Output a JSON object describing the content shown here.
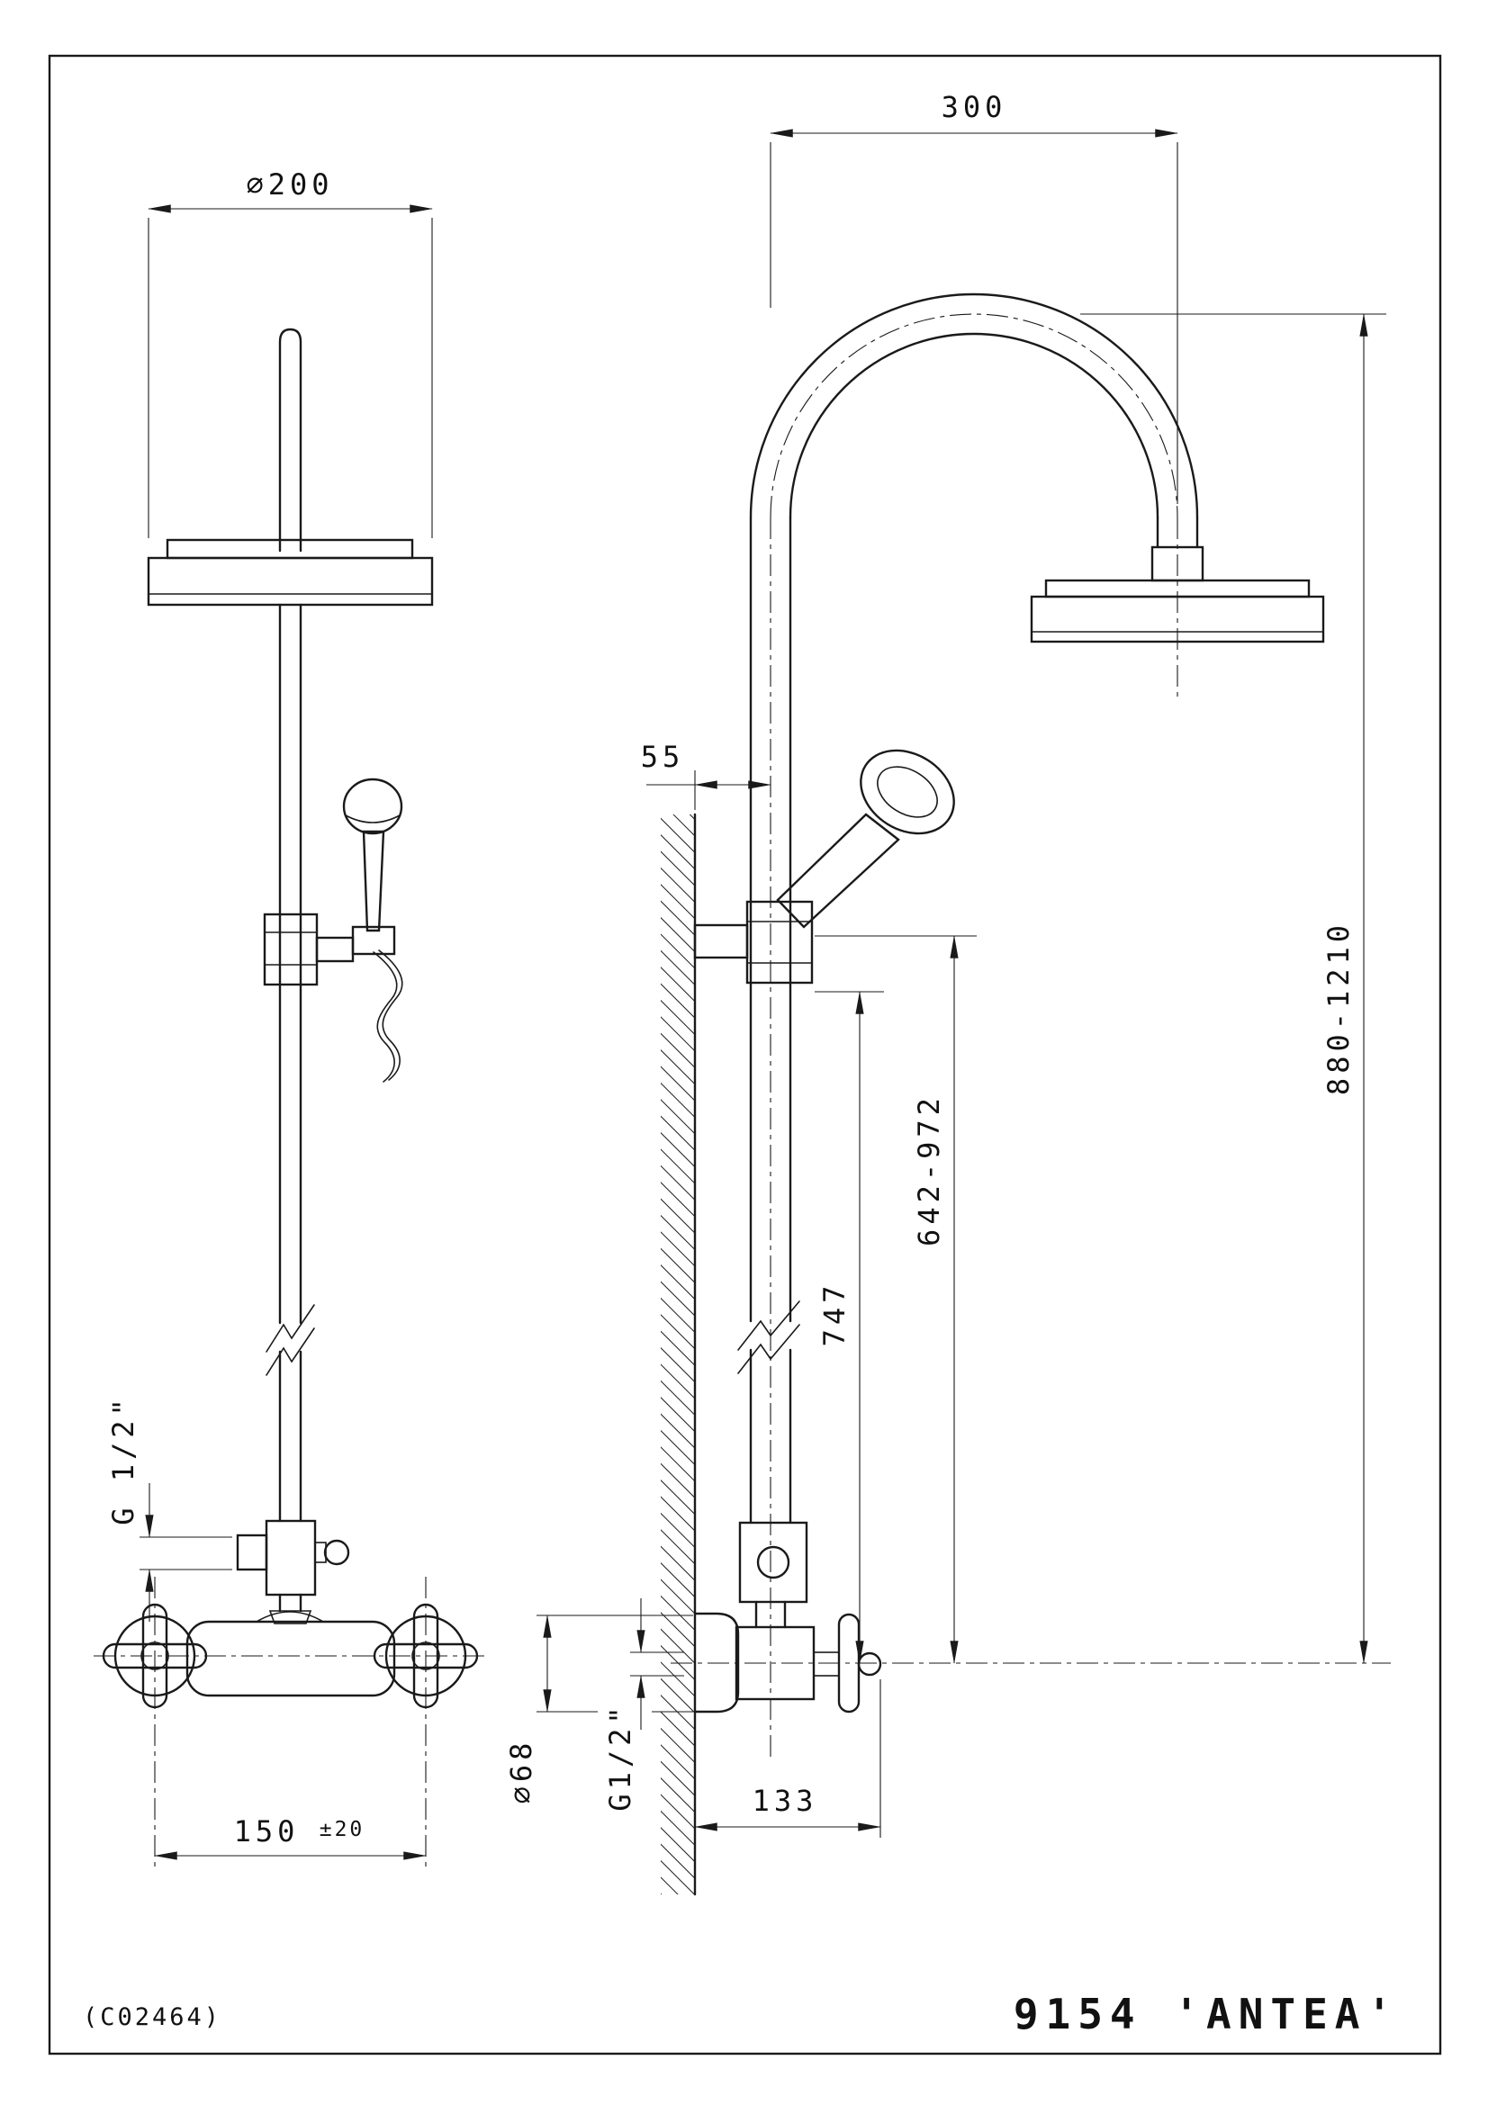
{
  "titleblock": {
    "code": "(C02464)",
    "model": "9154 'ANTEA'"
  },
  "front_view": {
    "head_diameter": "∅200",
    "outlet_thread": "G 1/2\"",
    "centers": "150",
    "centers_tol": "±20"
  },
  "side_view": {
    "reach": "300",
    "wall_offset": "55",
    "height_total": "880-1210",
    "height_slider": "642-972",
    "height_holder": "747",
    "flange_diameter": "∅68",
    "inlet_thread": "G1/2\"",
    "depth": "133"
  }
}
